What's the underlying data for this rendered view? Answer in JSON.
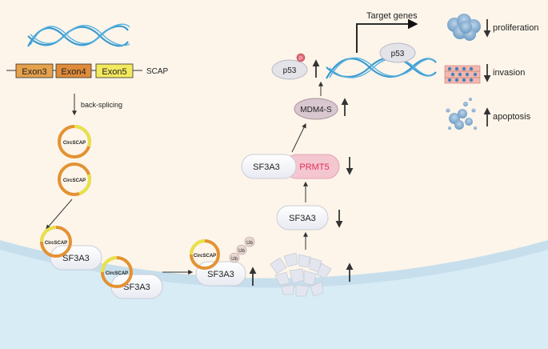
{
  "gene": {
    "exons": [
      "Exon3",
      "Exon4",
      "Exon5"
    ],
    "name": "SCAP"
  },
  "steps": {
    "back_splicing": "back-splicing"
  },
  "circrna": {
    "label": "CircSCAP"
  },
  "proteins": {
    "sf3a3": "SF3A3",
    "prmt5": "PRMT5",
    "mdm4s": "MDM4-S",
    "p53": "p53",
    "phospho": "P",
    "ub": "Ub"
  },
  "outcomes": {
    "target_genes": "Target genes",
    "proliferation": "proliferation",
    "invasion": "invasion",
    "apoptosis": "apoptosis"
  },
  "colors": {
    "background": "#fdf5ea",
    "membrane": "#cfe3ee",
    "cytoplasm": "#d6ebf5",
    "dna": "#3a9ad0",
    "exon3": "#e5a14c",
    "exon4": "#e08b3a",
    "exon5": "#f3e95e",
    "circ_orange": "#e39233",
    "circ_yellow": "#e7e24a",
    "prmt5_pink": "#f4c6cf",
    "prmt5_text": "#e0305a",
    "mdm4s": "#d9c7cf",
    "p53": "#e3e3e8",
    "cell_blue": "#7ba6c9"
  },
  "icons": [
    "dna-helix-icon",
    "circular-rna-icon",
    "tumor-spheroid-icon",
    "invasion-cells-icon",
    "apoptosis-cells-icon",
    "degraded-protein-icon"
  ]
}
